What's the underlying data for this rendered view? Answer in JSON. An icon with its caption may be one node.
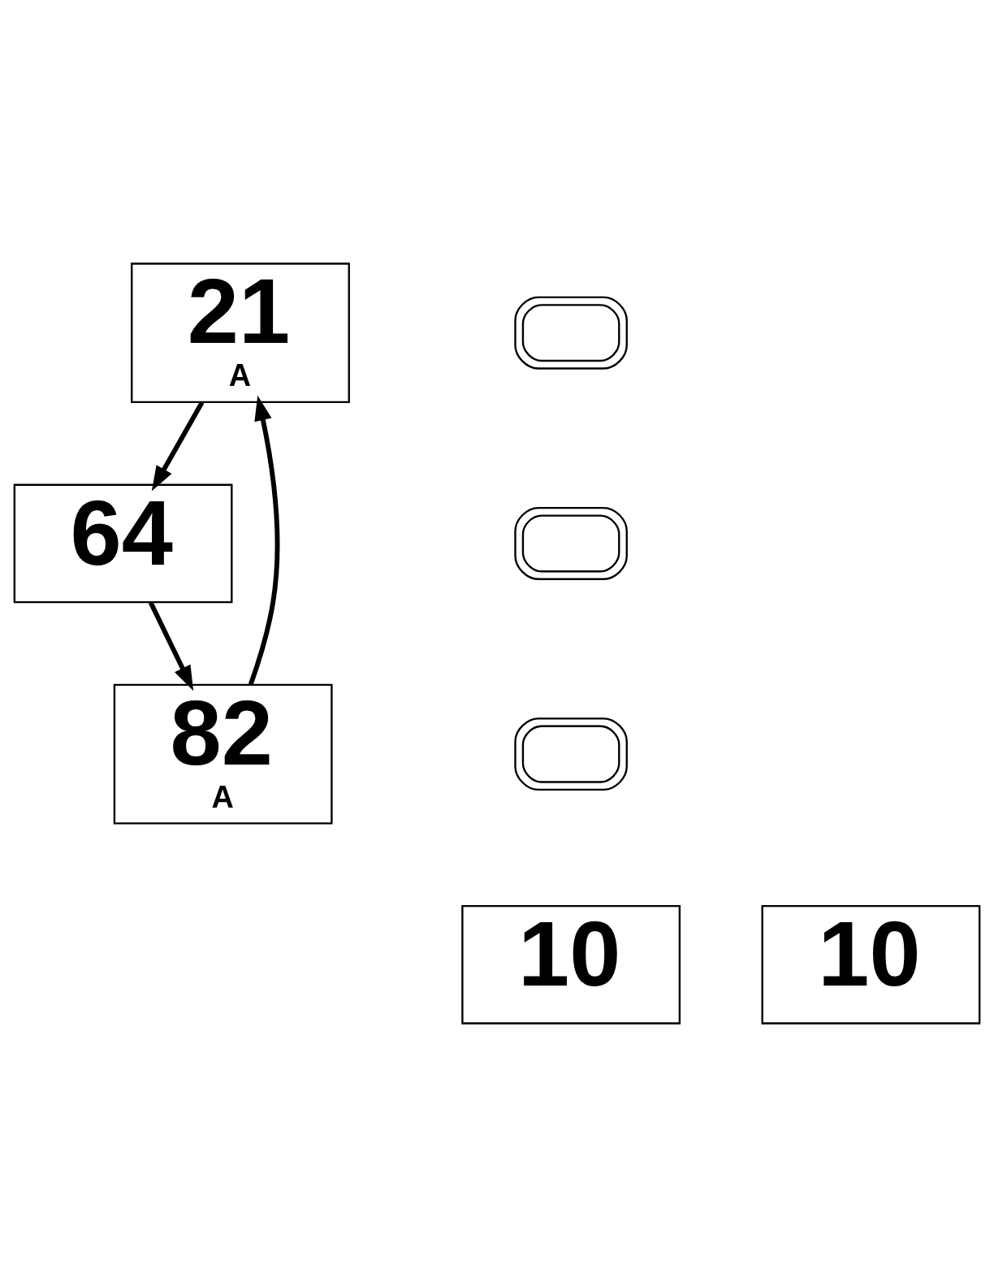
{
  "diagram": {
    "nodes": [
      {
        "text": [
          "21",
          "A"
        ]
      },
      {
        "text": [],
        "shape": "box"
      },
      {
        "text": [],
        "shape": "box"
      },
      {
        "text": [
          "82",
          "A"
        ]
      },
      {
        "text": [
          "64"
        ]
      },
      {
        "text": [],
        "shape": "box"
      },
      {
        "text": [
          "10"
        ]
      },
      {
        "text": [
          "10"
        ]
      }
    ],
    "edges": [
      {
        "from": 0,
        "to": 4,
        "arrow": "to"
      },
      {
        "from": 4,
        "to": 3,
        "arrow": "to"
      },
      {
        "from": 3,
        "to": 0,
        "arrow": "to"
      }
    ]
  }
}
